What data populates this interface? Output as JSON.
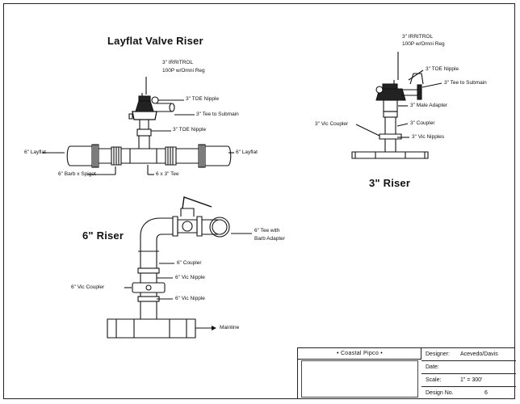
{
  "titles": {
    "layflat": "Layflat Valve Riser",
    "three_inch": "3\" Riser",
    "six_inch": "6\" Riser"
  },
  "layflat_labels": {
    "irritrol": "3\" IRRITROL",
    "irritrol_model": "100P w/Omni Reg",
    "toe_nipple_top": "3\" TOE Nipple",
    "tee_submain": "3\" Tee to Submain",
    "toe_nipple_bottom": "3\" TOE Nipple",
    "layflat_left": "6\" Layflat",
    "layflat_right": "6\" Layflat",
    "barb_spigot": "6\" Barb x Spigot",
    "tee_6x3": "6 x 3\" Tee"
  },
  "three_labels": {
    "irritrol": "3\" IRRITROL",
    "irritrol_model": "100P w/Omni Reg",
    "toe_nipple": "3\" TOE Nipple",
    "tee_submain": "3\" Tee to Submain",
    "male_adapter": "3\" Male Adapter",
    "vic_coupler": "3\" Vic Coupler",
    "coupler": "3\" Coupler",
    "vic_nipples": "3\" Vic Nipples"
  },
  "six_labels": {
    "tee_barb": "6\" Tee with",
    "tee_barb2": "Barb Adapter",
    "coupler": "6\" Coupler",
    "vic_nipple_top": "6\" Vic Nipple",
    "vic_coupler": "6\" Vic Coupler",
    "vic_nipple_bottom": "6\" Vic Nipple",
    "mainline": "Mainline"
  },
  "title_block": {
    "company": "• Coastal Pipco •",
    "designer_label": "Designer:",
    "designer_value": "Acevedo/Davis",
    "date_label": "Date:",
    "date_value": "",
    "scale_label": "Scale:",
    "scale_value": "1\" = 300'",
    "design_no_label": "Design No.",
    "design_no_value": "6"
  }
}
